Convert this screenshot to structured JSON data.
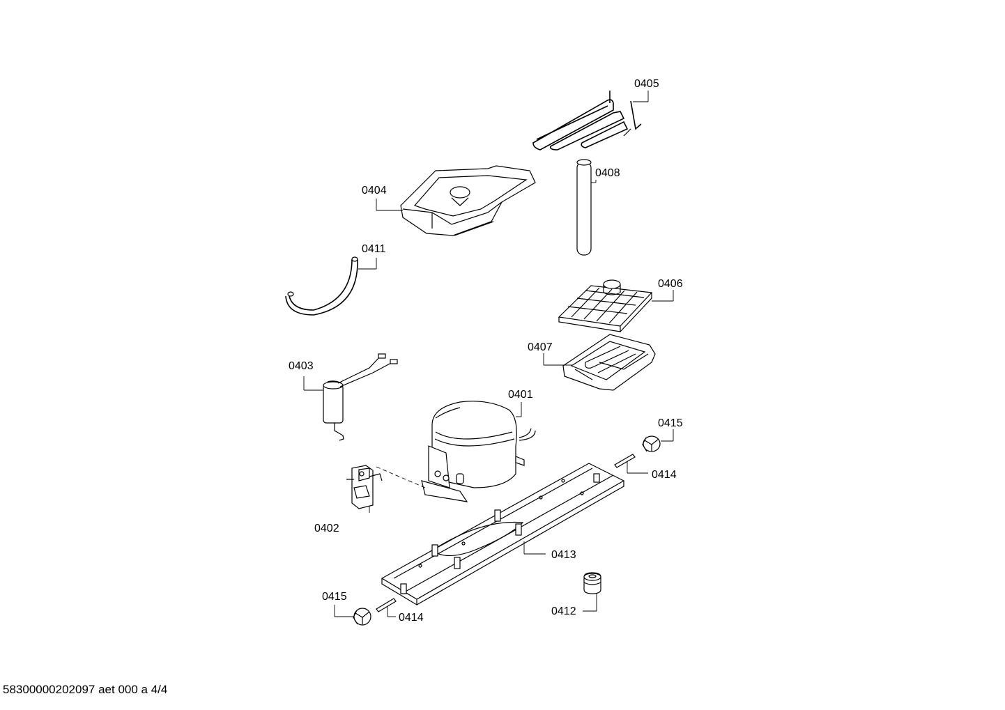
{
  "parts": {
    "p0405": "0405",
    "p0404": "0404",
    "p0408": "0408",
    "p0411": "0411",
    "p0406": "0406",
    "p0407": "0407",
    "p0403": "0403",
    "p0401": "0401",
    "p0415a": "0415",
    "p0414a": "0414",
    "p0402": "0402",
    "p0413": "0413",
    "p0415b": "0415",
    "p0414b": "0414",
    "p0412": "0412"
  },
  "footer": "58300000202097 aet 000 a 4/4"
}
